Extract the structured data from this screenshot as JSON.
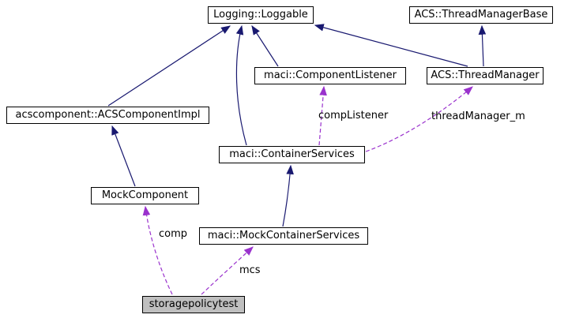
{
  "diagram": {
    "type": "collaboration-graph",
    "nodes": [
      {
        "id": "loggable",
        "label": "Logging::Loggable",
        "highlighted": false
      },
      {
        "id": "threadmanagerbase",
        "label": "ACS::ThreadManagerBase",
        "highlighted": false
      },
      {
        "id": "componentlistener",
        "label": "maci::ComponentListener",
        "highlighted": false
      },
      {
        "id": "threadmanager",
        "label": "ACS::ThreadManager",
        "highlighted": false
      },
      {
        "id": "acscomponentimpl",
        "label": "acscomponent::ACSComponentImpl",
        "highlighted": false
      },
      {
        "id": "containerservices",
        "label": "maci::ContainerServices",
        "highlighted": false
      },
      {
        "id": "mockcomponent",
        "label": "MockComponent",
        "highlighted": false
      },
      {
        "id": "mockcontainerservices",
        "label": "maci::MockContainerServices",
        "highlighted": false
      },
      {
        "id": "storagepolicytest",
        "label": "storagepolicytest",
        "highlighted": true
      }
    ],
    "edge_labels": [
      {
        "id": "compListener",
        "text": "compListener"
      },
      {
        "id": "threadManager_m",
        "text": "threadManager_m"
      },
      {
        "id": "comp",
        "text": "comp"
      },
      {
        "id": "mcs",
        "text": "mcs"
      }
    ],
    "edges": [
      {
        "from": "acscomponent::ACSComponentImpl",
        "to": "Logging::Loggable",
        "style": "inheritance",
        "label": ""
      },
      {
        "from": "maci::ComponentListener",
        "to": "Logging::Loggable",
        "style": "inheritance",
        "label": ""
      },
      {
        "from": "maci::ContainerServices",
        "to": "Logging::Loggable",
        "style": "inheritance",
        "label": ""
      },
      {
        "from": "ACS::ThreadManager",
        "to": "Logging::Loggable",
        "style": "inheritance",
        "label": ""
      },
      {
        "from": "ACS::ThreadManager",
        "to": "ACS::ThreadManagerBase",
        "style": "inheritance",
        "label": ""
      },
      {
        "from": "MockComponent",
        "to": "acscomponent::ACSComponentImpl",
        "style": "inheritance",
        "label": ""
      },
      {
        "from": "maci::MockContainerServices",
        "to": "maci::ContainerServices",
        "style": "inheritance",
        "label": ""
      },
      {
        "from": "maci::ContainerServices",
        "to": "maci::ComponentListener",
        "style": "usage",
        "label": "compListener"
      },
      {
        "from": "maci::ContainerServices",
        "to": "ACS::ThreadManager",
        "style": "usage",
        "label": "threadManager_m"
      },
      {
        "from": "storagepolicytest",
        "to": "MockComponent",
        "style": "usage",
        "label": "comp"
      },
      {
        "from": "storagepolicytest",
        "to": "maci::MockContainerServices",
        "style": "usage",
        "label": "mcs"
      }
    ]
  },
  "colors": {
    "inheritance_arrow": "#191970",
    "usage_arrow": "#9a32cd",
    "node_border": "#000000",
    "node_fill": "#ffffff",
    "highlight_fill": "#bfbfbf",
    "background": "#ffffff"
  }
}
